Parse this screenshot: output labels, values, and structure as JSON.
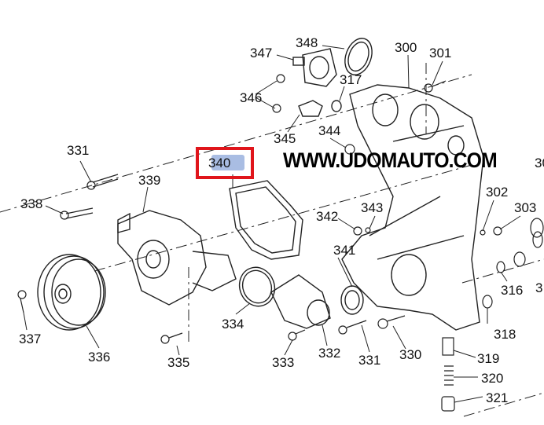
{
  "watermark": "WWW.UDOMAUTO.COM",
  "highlighted_part": {
    "label": "340",
    "box_color": "#e0151b",
    "fill_color": "#a9bde3"
  },
  "part_labels": {
    "p347": "347",
    "p348": "348",
    "p300": "300",
    "p301": "301",
    "p317": "317",
    "p346": "346",
    "p345": "345",
    "p344": "344",
    "p331a": "331",
    "p339": "339",
    "p30x": "30",
    "p338": "338",
    "p342": "342",
    "p343": "343",
    "p302": "302",
    "p303": "303",
    "p341": "341",
    "p316": "316",
    "p3x": "3",
    "p318": "318",
    "p337": "337",
    "p336": "336",
    "p335": "335",
    "p334": "334",
    "p333": "333",
    "p332": "332",
    "p331b": "331",
    "p330": "330",
    "p319": "319",
    "p320": "320",
    "p321": "321"
  }
}
